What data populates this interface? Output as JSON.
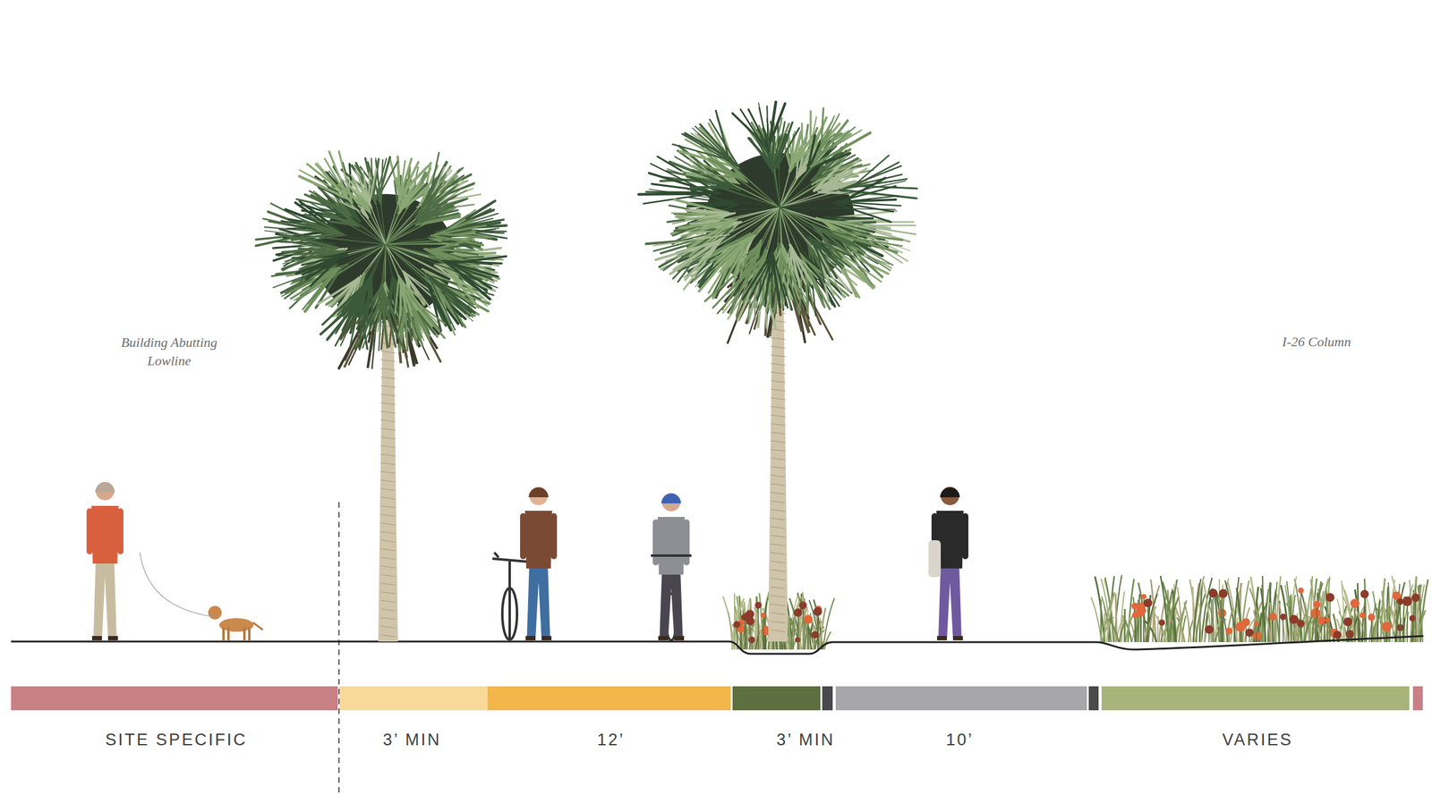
{
  "diagram": {
    "nodes": [
      {
        "text": [
          "Building Abutting Lowline"
        ]
      },
      {
        "text": [
          "I-26 Column"
        ]
      }
    ],
    "labels": [
      "SITE SPECIFIC",
      "3’ MIN",
      "12’",
      "3’ MIN",
      "10’",
      "VARIES"
    ]
  }
}
